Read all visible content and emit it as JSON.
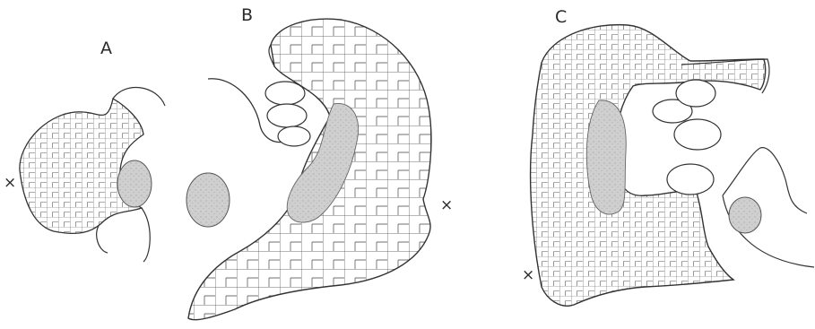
{
  "panels": [
    {
      "id": "A",
      "label": "A",
      "marker": "×"
    },
    {
      "id": "B",
      "label": "B",
      "marker": "×"
    },
    {
      "id": "C",
      "label": "C",
      "marker": "×"
    }
  ],
  "colors": {
    "ink": "#2a2a2a",
    "cell_line": "#3a3a3a",
    "tissue_shade": "#c9c9c9",
    "background": "#ffffff"
  }
}
